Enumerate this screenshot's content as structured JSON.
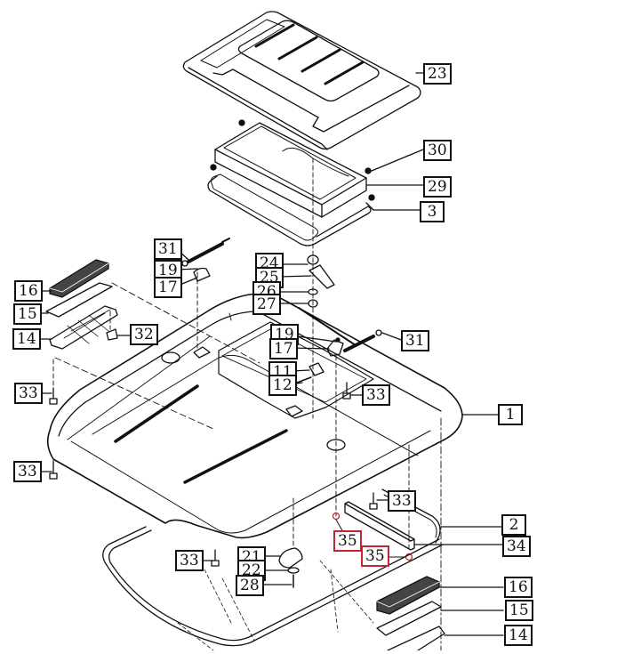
{
  "diagram": {
    "title": "Cab roof / hood exploded parts view",
    "highlight_color": "#c0282d",
    "line_color": "#111111",
    "callouts": [
      {
        "id": "c23",
        "label": "23",
        "highlighted": false
      },
      {
        "id": "c30",
        "label": "30",
        "highlighted": false
      },
      {
        "id": "c29",
        "label": "29",
        "highlighted": false
      },
      {
        "id": "c3",
        "label": "3",
        "highlighted": false
      },
      {
        "id": "c31a",
        "label": "31",
        "highlighted": false
      },
      {
        "id": "c19a",
        "label": "19",
        "highlighted": false
      },
      {
        "id": "c17a",
        "label": "17",
        "highlighted": false
      },
      {
        "id": "c24",
        "label": "24",
        "highlighted": false
      },
      {
        "id": "c25",
        "label": "25",
        "highlighted": false
      },
      {
        "id": "c26",
        "label": "26",
        "highlighted": false
      },
      {
        "id": "c27",
        "label": "27",
        "highlighted": false
      },
      {
        "id": "c16a",
        "label": "16",
        "highlighted": false
      },
      {
        "id": "c15a",
        "label": "15",
        "highlighted": false
      },
      {
        "id": "c14a",
        "label": "14",
        "highlighted": false
      },
      {
        "id": "c32",
        "label": "32",
        "highlighted": false
      },
      {
        "id": "c19b",
        "label": "19",
        "highlighted": false
      },
      {
        "id": "c17b",
        "label": "17",
        "highlighted": false
      },
      {
        "id": "c31b",
        "label": "31",
        "highlighted": false
      },
      {
        "id": "c11",
        "label": "11",
        "highlighted": false
      },
      {
        "id": "c12",
        "label": "12",
        "highlighted": false
      },
      {
        "id": "c33a",
        "label": "33",
        "highlighted": false
      },
      {
        "id": "c33b",
        "label": "33",
        "highlighted": false
      },
      {
        "id": "c33c",
        "label": "33",
        "highlighted": false
      },
      {
        "id": "c1",
        "label": "1",
        "highlighted": false
      },
      {
        "id": "c33d",
        "label": "33",
        "highlighted": false
      },
      {
        "id": "c2",
        "label": "2",
        "highlighted": false
      },
      {
        "id": "c34",
        "label": "34",
        "highlighted": false
      },
      {
        "id": "c35a",
        "label": "35",
        "highlighted": true
      },
      {
        "id": "c35b",
        "label": "35",
        "highlighted": true
      },
      {
        "id": "c33e",
        "label": "33",
        "highlighted": false
      },
      {
        "id": "c21",
        "label": "21",
        "highlighted": false
      },
      {
        "id": "c22",
        "label": "22",
        "highlighted": false
      },
      {
        "id": "c28",
        "label": "28",
        "highlighted": false
      },
      {
        "id": "c16b",
        "label": "16",
        "highlighted": false
      },
      {
        "id": "c15b",
        "label": "15",
        "highlighted": false
      },
      {
        "id": "c14b",
        "label": "14",
        "highlighted": false
      }
    ]
  }
}
